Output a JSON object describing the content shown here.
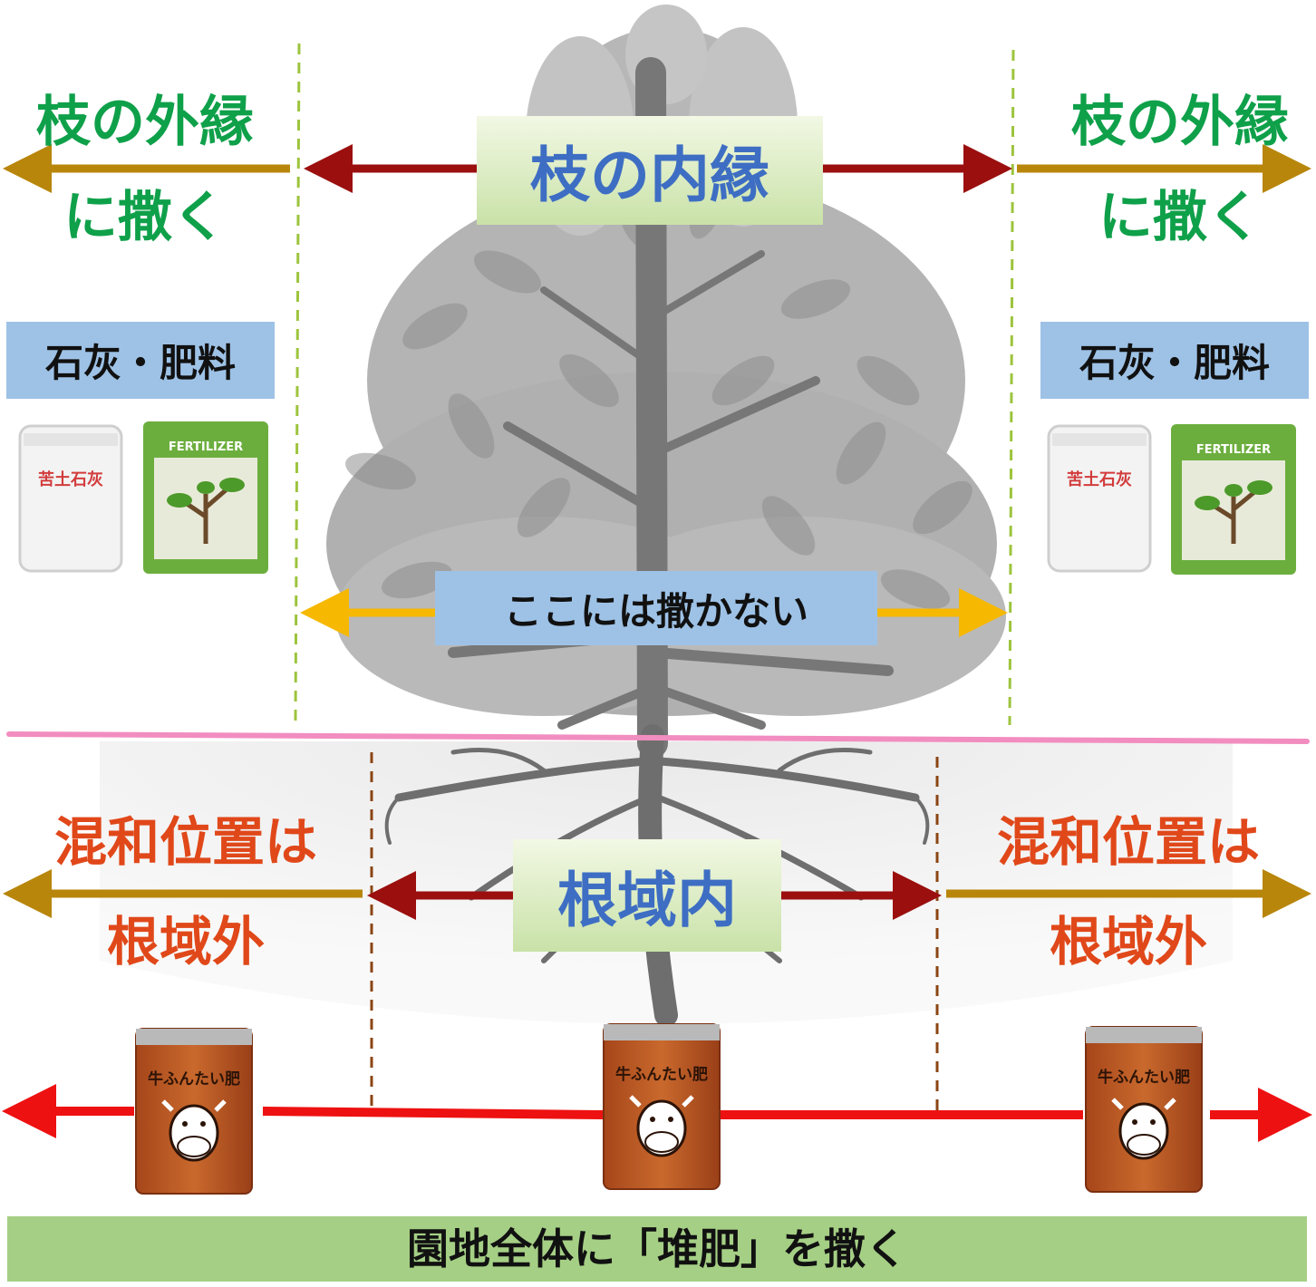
{
  "colors": {
    "green_text": "#0fa04a",
    "orange_text": "#e0481a",
    "blue_box": "#9ec2e6",
    "green_box": "#c9e2a8",
    "dark_red_arrow": "#9b0f0f",
    "gold_arrow": "#b8860b",
    "yellow_arrow": "#f6b800",
    "red_arrow": "#ee1111",
    "ground_line": "#f28dc0",
    "bottom_bar": "#a5cf85"
  },
  "top": {
    "outer_left_line1": "枝の外縁",
    "outer_left_line2": "に撒く",
    "outer_right_line1": "枝の外縁",
    "outer_right_line2": "に撒く",
    "inner_label": "枝の内縁"
  },
  "materials": {
    "left_title": "石灰・肥料",
    "right_title": "石灰・肥料",
    "lime_bag_text": "苦土石灰",
    "fertilizer_bag_text": "FERTILIZER"
  },
  "center_note": "ここには撒かない",
  "roots": {
    "left_line1": "混和位置は",
    "left_line2": "根域外",
    "right_line1": "混和位置は",
    "right_line2": "根域外",
    "inner_label": "根域内"
  },
  "compost_bag_text": "牛ふんたい肥",
  "bottom_banner": "園地全体に「堆肥」を撒く",
  "icons": [
    "tree-illustration",
    "lime-bag-icon",
    "fertilizer-bag-icon",
    "compost-bag-icon",
    "cow-face-icon",
    "seedling-icon"
  ]
}
